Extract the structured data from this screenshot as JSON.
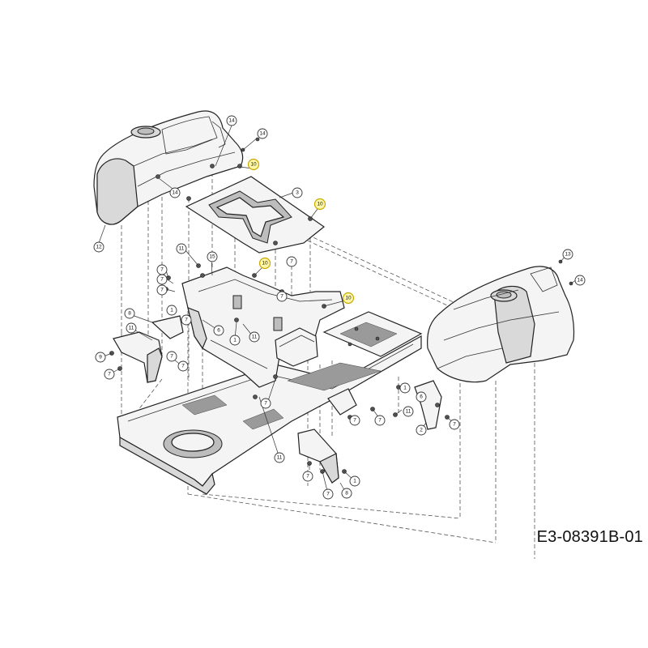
{
  "document": {
    "code": "E3-08391B-01"
  },
  "callouts": [
    {
      "id": "c1",
      "label": "14",
      "highlight": false
    },
    {
      "id": "c2",
      "label": "14",
      "highlight": false
    },
    {
      "id": "c3",
      "label": "10",
      "highlight": true
    },
    {
      "id": "c4",
      "label": "14",
      "highlight": false
    },
    {
      "id": "c5",
      "label": "3",
      "highlight": false
    },
    {
      "id": "c6",
      "label": "10",
      "highlight": true
    },
    {
      "id": "c7",
      "label": "7",
      "highlight": false
    },
    {
      "id": "c8",
      "label": "12",
      "highlight": false
    },
    {
      "id": "c9",
      "label": "11",
      "highlight": false
    },
    {
      "id": "c10",
      "label": "15",
      "highlight": false
    },
    {
      "id": "c11",
      "label": "10",
      "highlight": true
    },
    {
      "id": "c12",
      "label": "7",
      "highlight": false
    },
    {
      "id": "c13",
      "label": "7",
      "highlight": false
    },
    {
      "id": "c14",
      "label": "7",
      "highlight": false
    },
    {
      "id": "c15",
      "label": "7",
      "highlight": false
    },
    {
      "id": "c16",
      "label": "10",
      "highlight": true
    },
    {
      "id": "c17",
      "label": "13",
      "highlight": false
    },
    {
      "id": "c18",
      "label": "14",
      "highlight": false
    },
    {
      "id": "c19",
      "label": "8",
      "highlight": false
    },
    {
      "id": "c20",
      "label": "11",
      "highlight": false
    },
    {
      "id": "c21",
      "label": "1",
      "highlight": false
    },
    {
      "id": "c22",
      "label": "7",
      "highlight": false
    },
    {
      "id": "c23",
      "label": "6",
      "highlight": false
    },
    {
      "id": "c24",
      "label": "1",
      "highlight": false
    },
    {
      "id": "c25",
      "label": "7",
      "highlight": false
    },
    {
      "id": "c26",
      "label": "11",
      "highlight": false
    },
    {
      "id": "c27",
      "label": "7",
      "highlight": false
    },
    {
      "id": "c28",
      "label": "9",
      "highlight": false
    },
    {
      "id": "c29",
      "label": "7",
      "highlight": false
    },
    {
      "id": "c30",
      "label": "7",
      "highlight": false
    },
    {
      "id": "c31",
      "label": "1",
      "highlight": false
    },
    {
      "id": "c32",
      "label": "6",
      "highlight": false
    },
    {
      "id": "c33",
      "label": "7",
      "highlight": false
    },
    {
      "id": "c34",
      "label": "7",
      "highlight": false
    },
    {
      "id": "c35",
      "label": "11",
      "highlight": false
    },
    {
      "id": "c36",
      "label": "2",
      "highlight": false
    },
    {
      "id": "c37",
      "label": "7",
      "highlight": false
    },
    {
      "id": "c38",
      "label": "7",
      "highlight": false
    },
    {
      "id": "c39",
      "label": "1",
      "highlight": false
    },
    {
      "id": "c40",
      "label": "11",
      "highlight": false
    },
    {
      "id": "c41",
      "label": "7",
      "highlight": false
    },
    {
      "id": "c42",
      "label": "8",
      "highlight": false
    }
  ]
}
